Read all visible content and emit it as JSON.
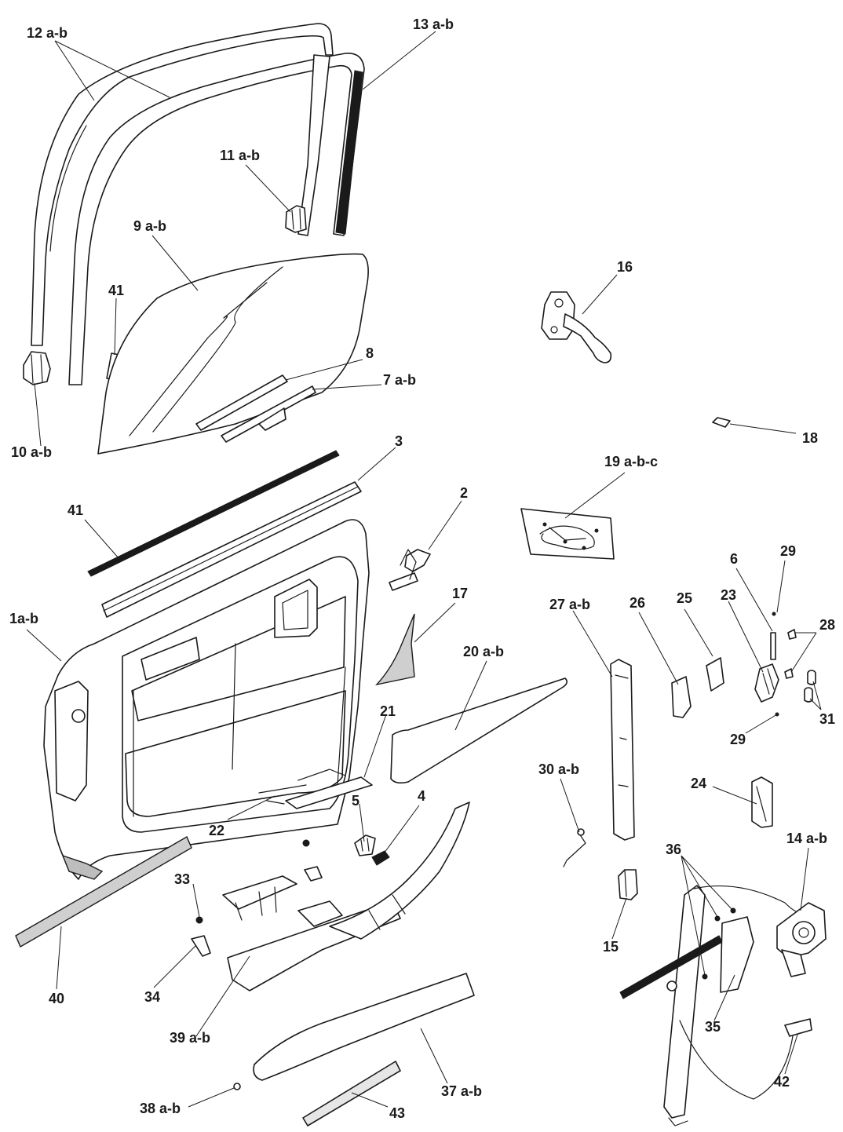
{
  "diagram": {
    "labels": [
      {
        "id": "12ab",
        "text": "12 a-b"
      },
      {
        "id": "13ab",
        "text": "13 a-b"
      },
      {
        "id": "11ab",
        "text": "11 a-b"
      },
      {
        "id": "9ab",
        "text": "9 a-b"
      },
      {
        "id": "41a",
        "text": "41"
      },
      {
        "id": "16",
        "text": "16"
      },
      {
        "id": "8",
        "text": "8"
      },
      {
        "id": "7ab",
        "text": "7 a-b"
      },
      {
        "id": "10ab",
        "text": "10 a-b"
      },
      {
        "id": "18",
        "text": "18"
      },
      {
        "id": "3",
        "text": "3"
      },
      {
        "id": "19abc",
        "text": "19 a-b-c"
      },
      {
        "id": "2",
        "text": "2"
      },
      {
        "id": "41b",
        "text": "41"
      },
      {
        "id": "29a",
        "text": "29"
      },
      {
        "id": "6",
        "text": "6"
      },
      {
        "id": "17",
        "text": "17"
      },
      {
        "id": "27ab",
        "text": "27 a-b"
      },
      {
        "id": "26",
        "text": "26"
      },
      {
        "id": "25",
        "text": "25"
      },
      {
        "id": "23",
        "text": "23"
      },
      {
        "id": "28",
        "text": "28"
      },
      {
        "id": "1ab",
        "text": "1a-b"
      },
      {
        "id": "20ab",
        "text": "20 a-b"
      },
      {
        "id": "31",
        "text": "31"
      },
      {
        "id": "21",
        "text": "21"
      },
      {
        "id": "29b",
        "text": "29"
      },
      {
        "id": "30ab",
        "text": "30 a-b"
      },
      {
        "id": "24",
        "text": "24"
      },
      {
        "id": "5",
        "text": "5"
      },
      {
        "id": "4",
        "text": "4"
      },
      {
        "id": "22",
        "text": "22"
      },
      {
        "id": "36",
        "text": "36"
      },
      {
        "id": "14ab",
        "text": "14 a-b"
      },
      {
        "id": "33",
        "text": "33"
      },
      {
        "id": "15",
        "text": "15"
      },
      {
        "id": "40",
        "text": "40"
      },
      {
        "id": "34",
        "text": "34"
      },
      {
        "id": "35",
        "text": "35"
      },
      {
        "id": "39ab",
        "text": "39 a-b"
      },
      {
        "id": "42",
        "text": "42"
      },
      {
        "id": "37ab",
        "text": "37 a-b"
      },
      {
        "id": "38ab",
        "text": "38 a-b"
      },
      {
        "id": "43",
        "text": "43"
      }
    ]
  }
}
